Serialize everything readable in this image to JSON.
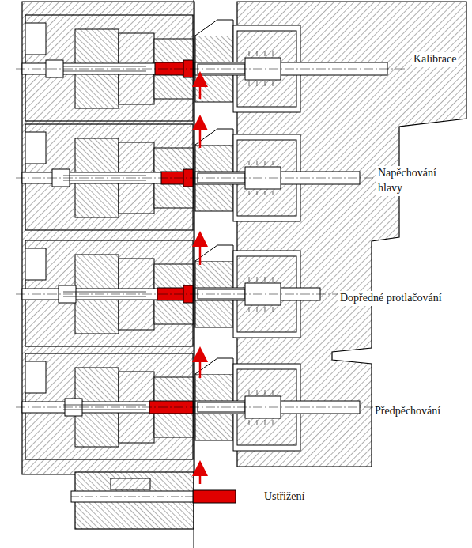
{
  "diagram": {
    "labels": [
      "Kalibrace",
      "Napěchování hlavy",
      "Dopředné protlačování",
      "Předpěchování",
      "Ustřižení"
    ]
  }
}
